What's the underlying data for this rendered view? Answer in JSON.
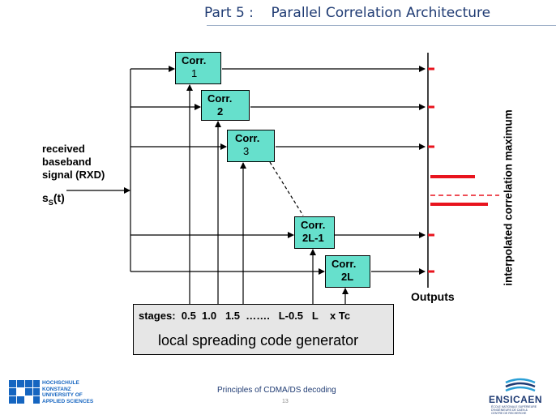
{
  "title": "Part 5 :    Parallel Correlation Architecture",
  "input": {
    "label_line1": "received",
    "label_line2": "baseband",
    "label_line3": "signal (RXD)",
    "signal_main": "s",
    "signal_sub": "S",
    "signal_tail": "(t)"
  },
  "correlators": [
    {
      "line1": "Corr.",
      "line2": "1"
    },
    {
      "line1": "Corr.",
      "line2": "2"
    },
    {
      "line1": "Corr.",
      "line2": "3"
    },
    {
      "line1": "Corr.",
      "line2": "2L-1"
    },
    {
      "line1": "Corr.",
      "line2": "2L"
    }
  ],
  "generator": {
    "stages": "stages:  0.5  1.0   1.5  …….   L-0.5   L    x Tc",
    "label": "local spreading code generator"
  },
  "outputs_label": "Outputs",
  "maximum_label": "interpolated correlation maximum",
  "colors": {
    "correlator_fill": "#66e0cc",
    "output_marker": "#e8141e",
    "title": "#1f3b73",
    "generator_fill": "#e6e6e6"
  },
  "footer": {
    "center": "Principles of CDMA/DS decoding",
    "page": "13",
    "left_logo_text": "HOCHSCHULE\nKONSTANZ\nUNIVERSITY OF\nAPPLIED SCIENCES",
    "right_logo_text": "ENSICAEN",
    "right_logo_subtext": "ÉCOLE NATIONALE SUPÉRIEURE D'INGÉNIEURS DE CAEN & CENTRE DE RECHERCHE"
  }
}
